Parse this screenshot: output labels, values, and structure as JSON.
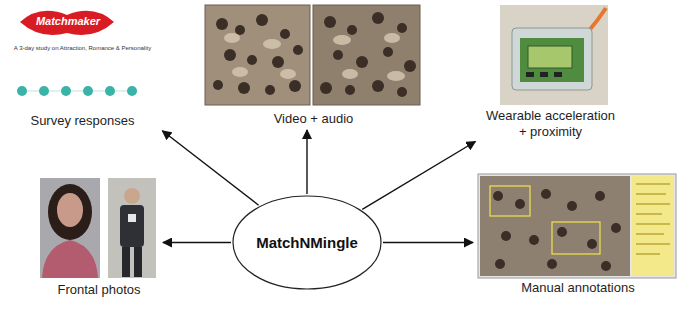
{
  "diagram": {
    "nodes": [
      {
        "text": [
          "Survey responses"
        ]
      },
      {
        "text": [
          "Video + audio"
        ]
      },
      {
        "text": [
          "Wearable acceleration + proximity"
        ]
      },
      {
        "text": [
          "Frontal photos"
        ]
      },
      {
        "text": [
          "MatchNMingle"
        ]
      },
      {
        "text": [
          "Manual annotations"
        ]
      }
    ],
    "edges": [
      {
        "from": 4,
        "to": 0,
        "arrow": "to"
      },
      {
        "from": 4,
        "to": 1,
        "arrow": "to"
      },
      {
        "from": 4,
        "to": 2,
        "arrow": "to"
      },
      {
        "from": 4,
        "to": 3,
        "arrow": "to"
      },
      {
        "from": 4,
        "to": 5,
        "arrow": "to"
      }
    ],
    "labels": [
      "Matchmaker",
      "A 3-day study on Attraction, Romance & Personality"
    ]
  }
}
